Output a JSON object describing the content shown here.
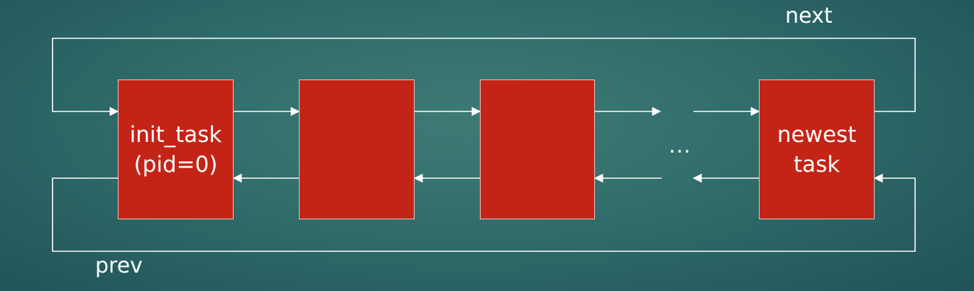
{
  "diagram": {
    "next_label": "next",
    "prev_label": "prev",
    "ellipsis": "...",
    "nodes": [
      {
        "id": "init",
        "label": "init_task\n(pid=0)"
      },
      {
        "id": "node2",
        "label": ""
      },
      {
        "id": "node3",
        "label": ""
      },
      {
        "id": "newest",
        "label": "newest\ntask"
      }
    ],
    "colors": {
      "node_fill": "#c42416",
      "line": "#ffffff",
      "background": "#2f6b6a"
    }
  }
}
